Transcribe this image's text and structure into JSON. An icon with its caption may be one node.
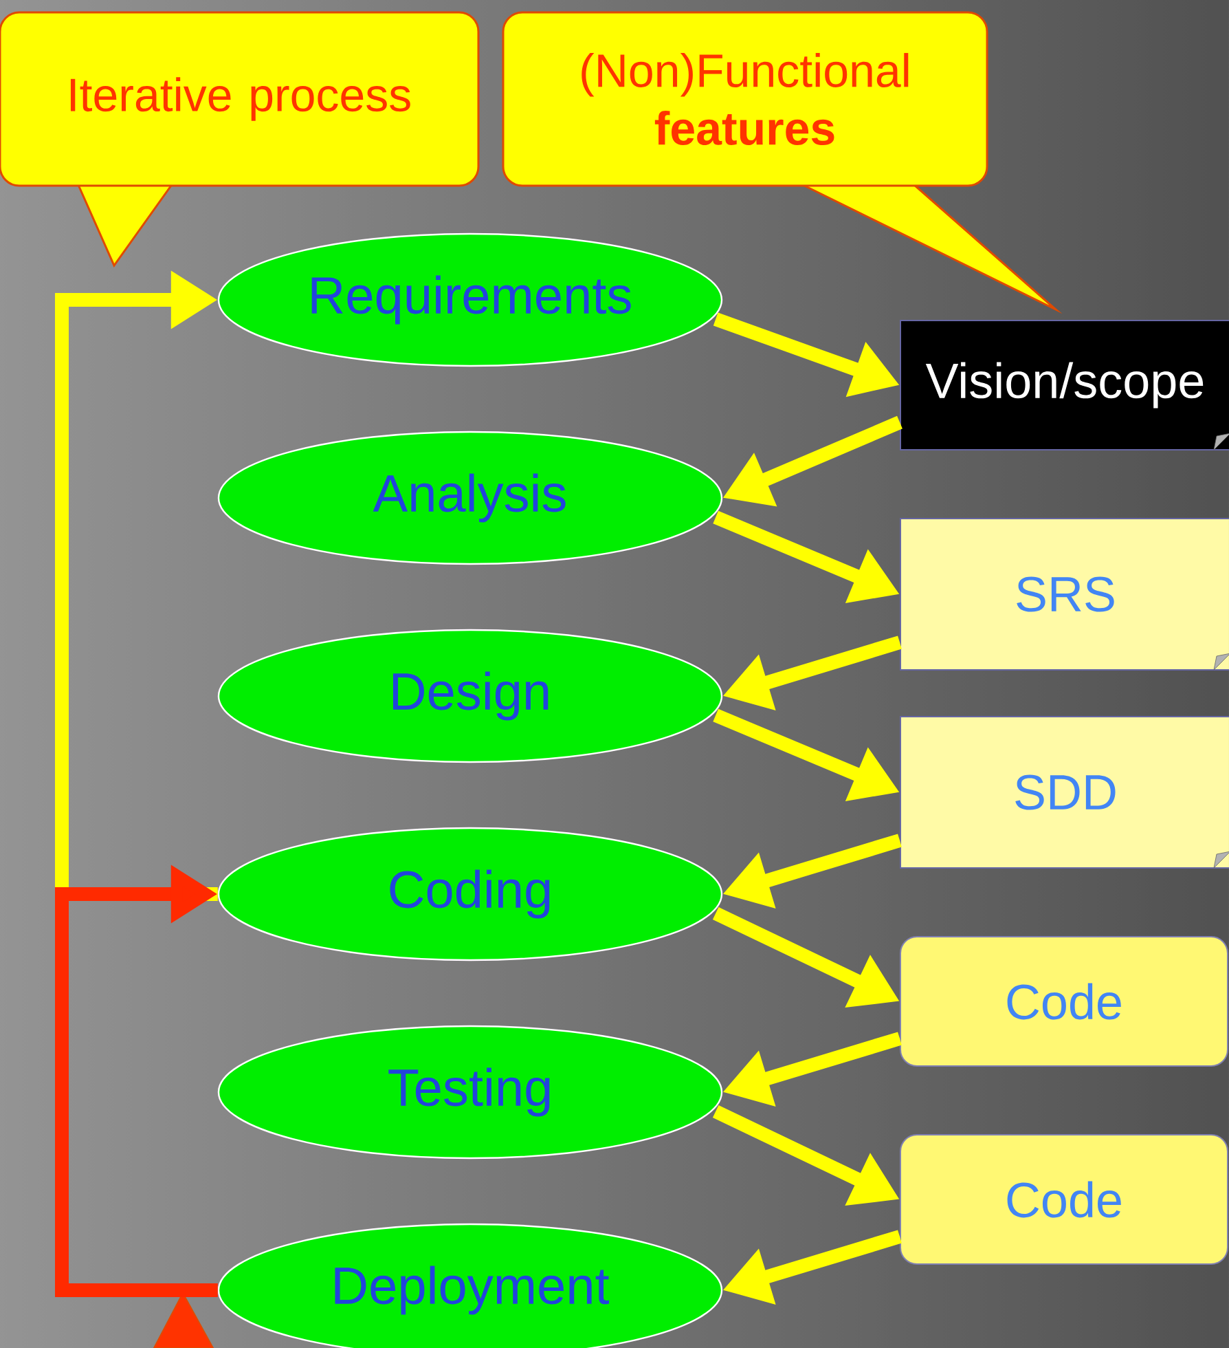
{
  "diagram": {
    "nodes": [
      {
        "text": [
          "Iterative process"
        ]
      },
      {
        "text": [
          "(Non)Functional **features**"
        ]
      },
      {
        "text": [
          "Requirements"
        ]
      },
      {
        "text": [
          "Analysis"
        ]
      },
      {
        "text": [
          "Design"
        ]
      },
      {
        "text": [
          "Coding"
        ]
      },
      {
        "text": [
          "Testing"
        ]
      },
      {
        "text": [
          "Deployment"
        ]
      },
      {
        "text": [
          "Vision/scope"
        ]
      },
      {
        "text": [
          "SRS"
        ]
      },
      {
        "text": [
          "SDD"
        ]
      },
      {
        "text": [
          "Code"
        ]
      },
      {
        "text": [
          "Code"
        ]
      }
    ],
    "edges": [
      {
        "from": 2,
        "to": 8,
        "arrow": "to"
      },
      {
        "from": 8,
        "to": 3,
        "arrow": "to"
      },
      {
        "from": 3,
        "to": 9,
        "arrow": "to"
      },
      {
        "from": 9,
        "to": 4,
        "arrow": "to"
      },
      {
        "from": 4,
        "to": 10,
        "arrow": "to"
      },
      {
        "from": 10,
        "to": 5,
        "arrow": "to"
      },
      {
        "from": 5,
        "to": 11,
        "arrow": "to"
      },
      {
        "from": 11,
        "to": 6,
        "arrow": "to"
      },
      {
        "from": 6,
        "to": 12,
        "arrow": "to"
      },
      {
        "from": 12,
        "to": 7,
        "arrow": "to"
      },
      {
        "from": 5,
        "to": 2,
        "arrow": "to"
      },
      {
        "from": 7,
        "to": 5,
        "arrow": "to",
        "color": "#ff2a00"
      }
    ]
  }
}
